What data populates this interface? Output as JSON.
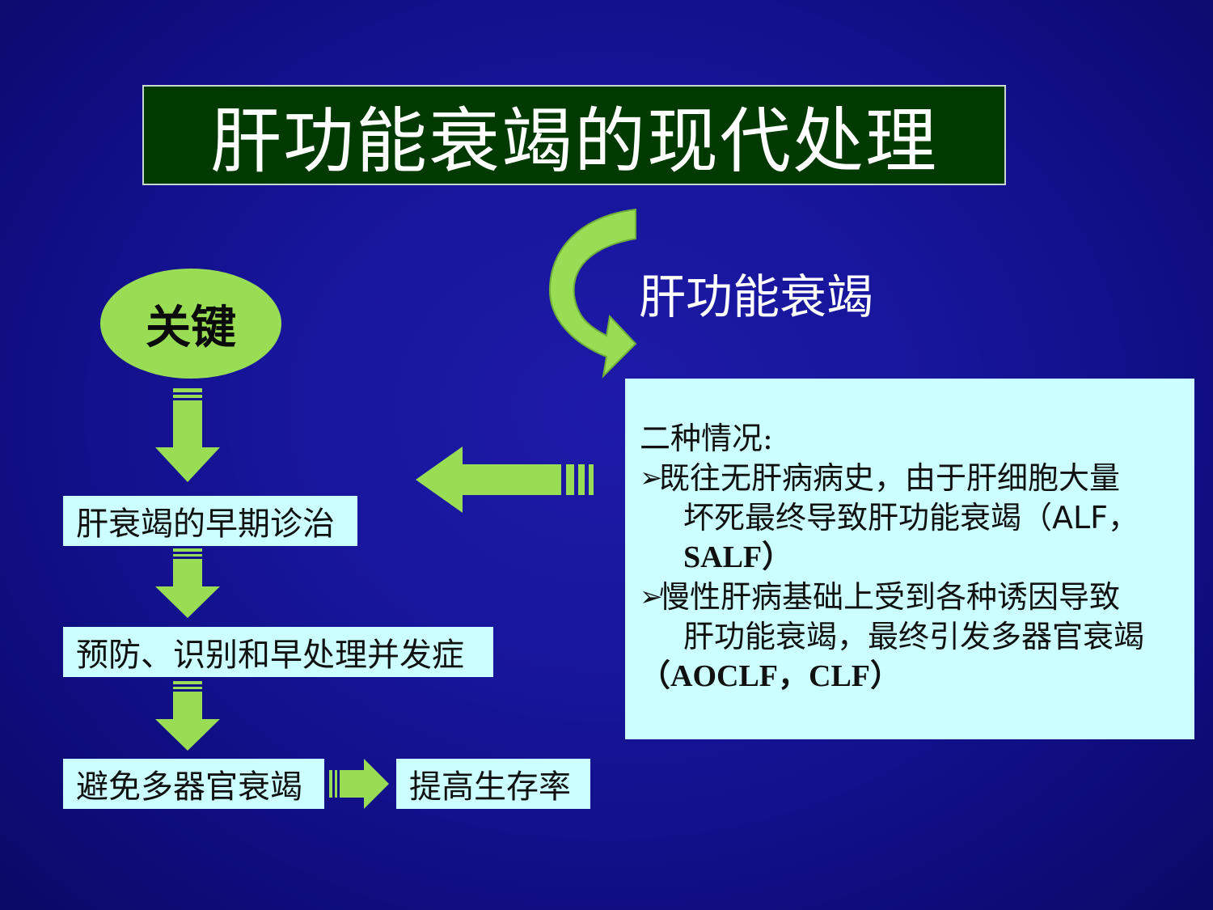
{
  "title": "肝功能衰竭的现代处理",
  "curved_arrow_label": "肝功能衰竭",
  "key_label": "关键",
  "steps": [
    "肝衰竭的早期诊治",
    "预防、识别和早处理并发症",
    "避免多器官衰竭",
    "提高生存率"
  ],
  "info": {
    "heading": "二种情况:",
    "item1_line1": "既往无肝病病史，由于肝细胞大量",
    "item1_line2": "坏死最终导致肝功能衰竭（ALF，",
    "item1_line3": "SALF）",
    "item2_line1": "慢性肝病基础上受到各种诱因导致",
    "item2_line2": "肝功能衰竭，最终引发多器官衰竭",
    "item2_line3": "（AOCLF，CLF）",
    "bullet": "➢"
  },
  "colors": {
    "title_bg": "#003a00",
    "arrow_green": "#99dd55",
    "box_cyan": "#ccffff",
    "background": "#17159a"
  }
}
